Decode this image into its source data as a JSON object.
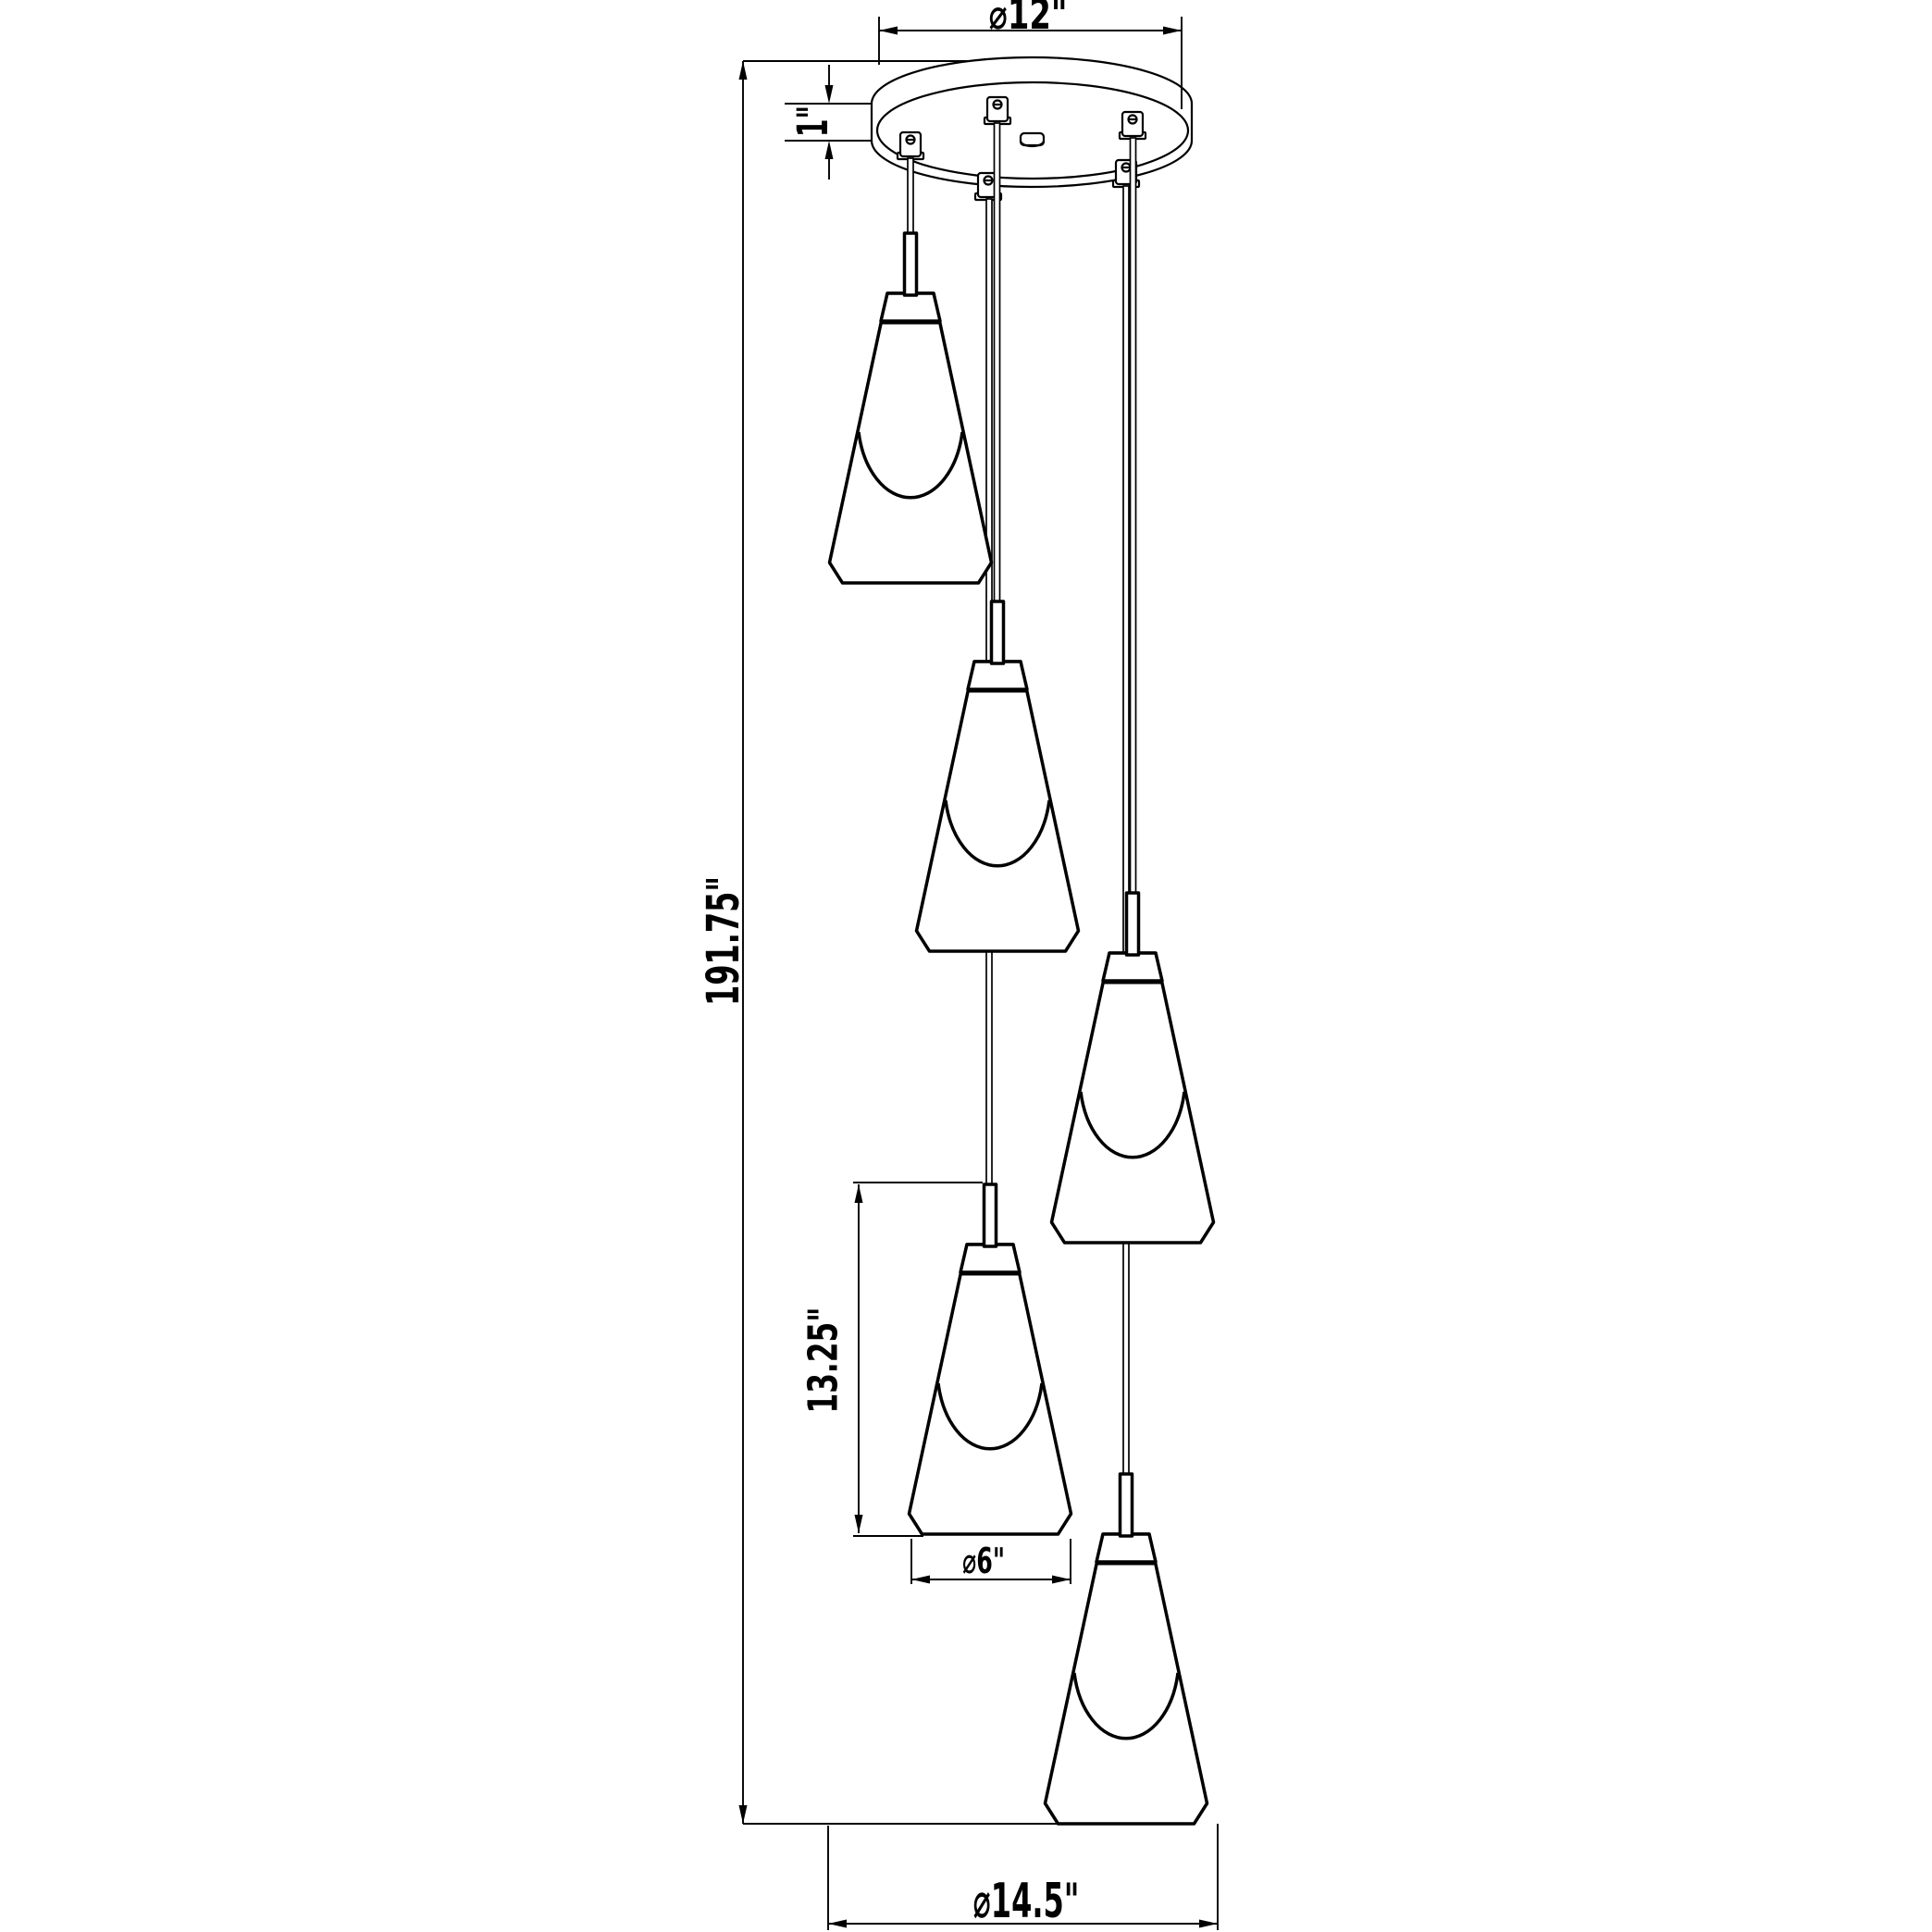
{
  "drawing": {
    "type": "pendant-light-installation-line-drawing",
    "pendant_count": 5,
    "colors": {
      "line": "#000000",
      "background": "#ffffff"
    }
  },
  "labels": {
    "canopy_diameter": "⌀12\"",
    "canopy_thickness": "1\"",
    "overall_height": "191.75\"",
    "pendant_height": "13.25\"",
    "shade_diameter": "⌀6\"",
    "overall_spread_diameter": "⌀14.5\""
  }
}
